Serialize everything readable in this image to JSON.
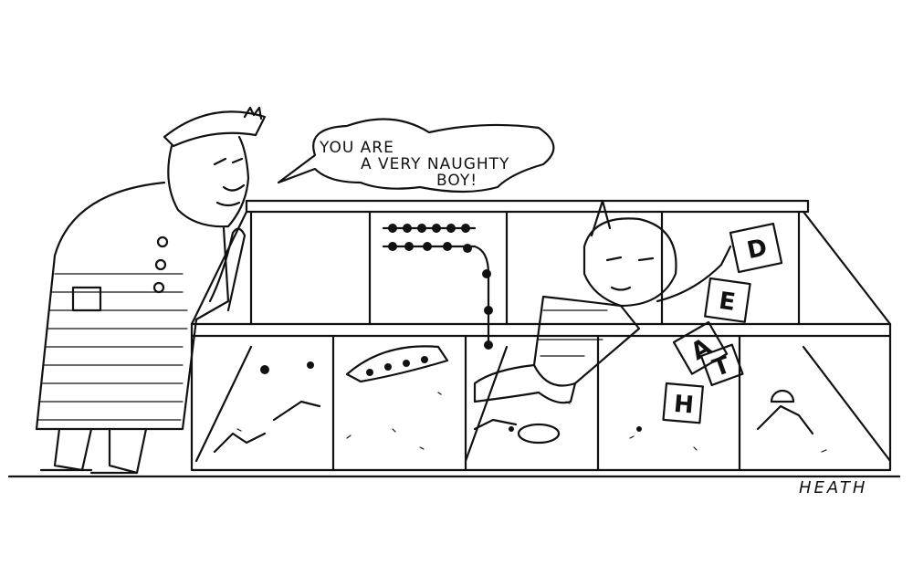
{
  "speech_bubble": {
    "line1": "YOU ARE",
    "line2": "A VERY NAUGHTY",
    "line3": "BOY!"
  },
  "blocks": [
    "D",
    "E",
    "A",
    "T",
    "H"
  ],
  "signature": "HEATH"
}
